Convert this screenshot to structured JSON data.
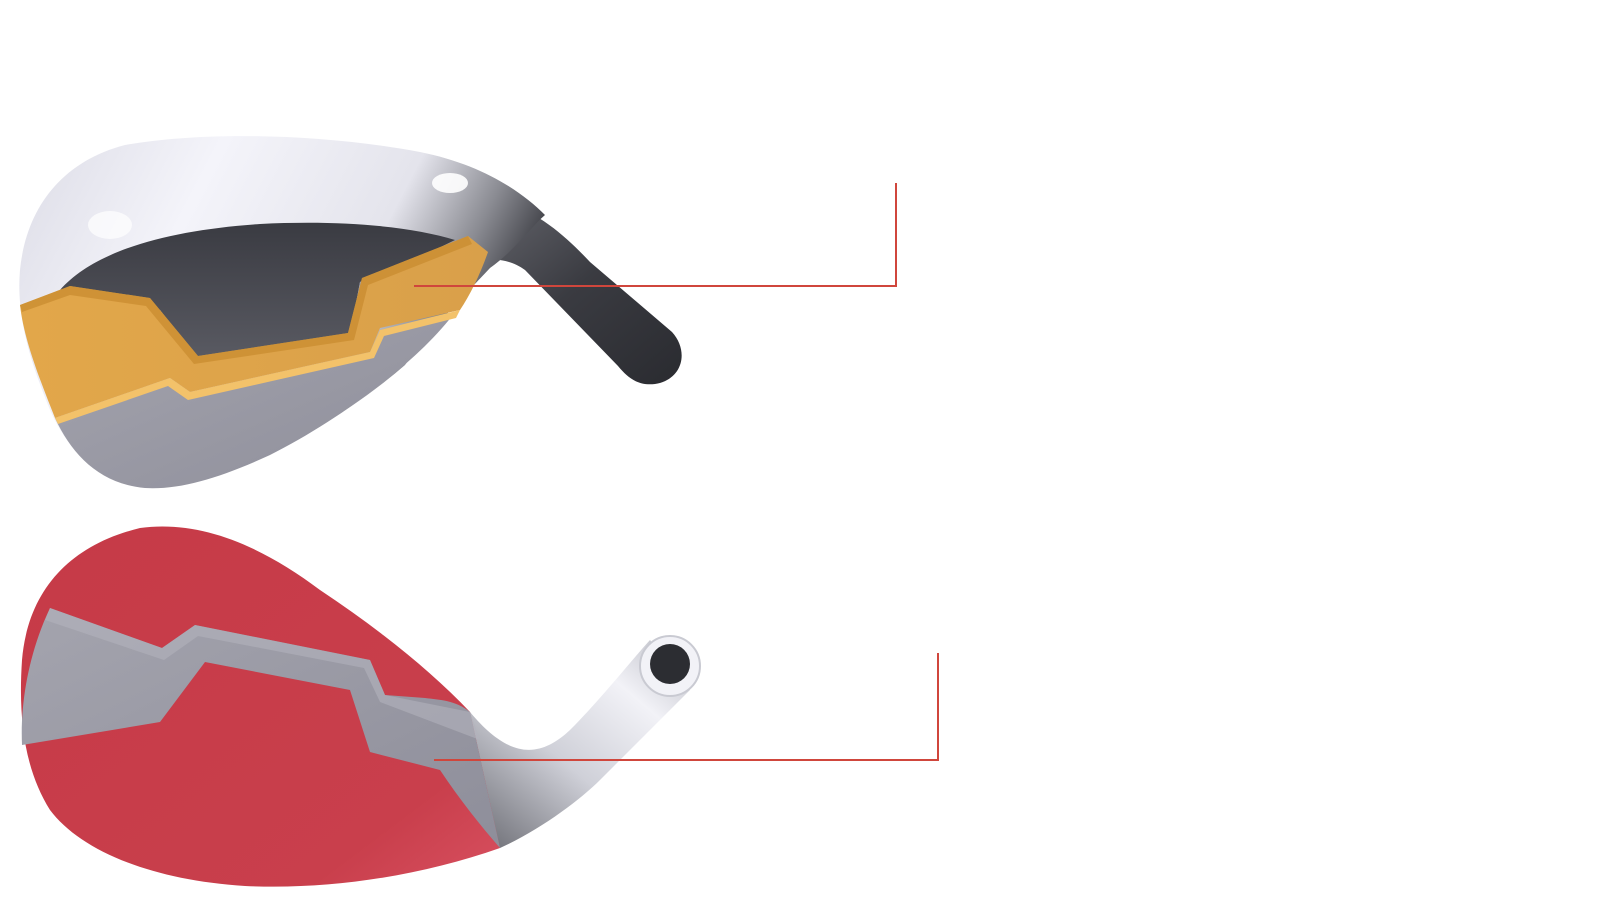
{
  "diagram": {
    "colors": {
      "background": "#ffffff",
      "callout_line": "#d0463c",
      "chrome_light": "#e9e9f1",
      "chrome_dark": "#2e2f35",
      "cavity_dark": "#3a3b42",
      "insert_gold": "#dfa64c",
      "insert_gold_light": "#f0bd64",
      "face_gray": "#9a9aa6",
      "highlight_red": "#c83d4b"
    },
    "parts": [
      {
        "name": "back-view-head",
        "caption": ""
      },
      {
        "name": "face-view-head",
        "caption": ""
      }
    ],
    "callouts": [
      {
        "target": "gold-insert",
        "text": ""
      },
      {
        "target": "hosel-neck",
        "text": ""
      }
    ]
  }
}
